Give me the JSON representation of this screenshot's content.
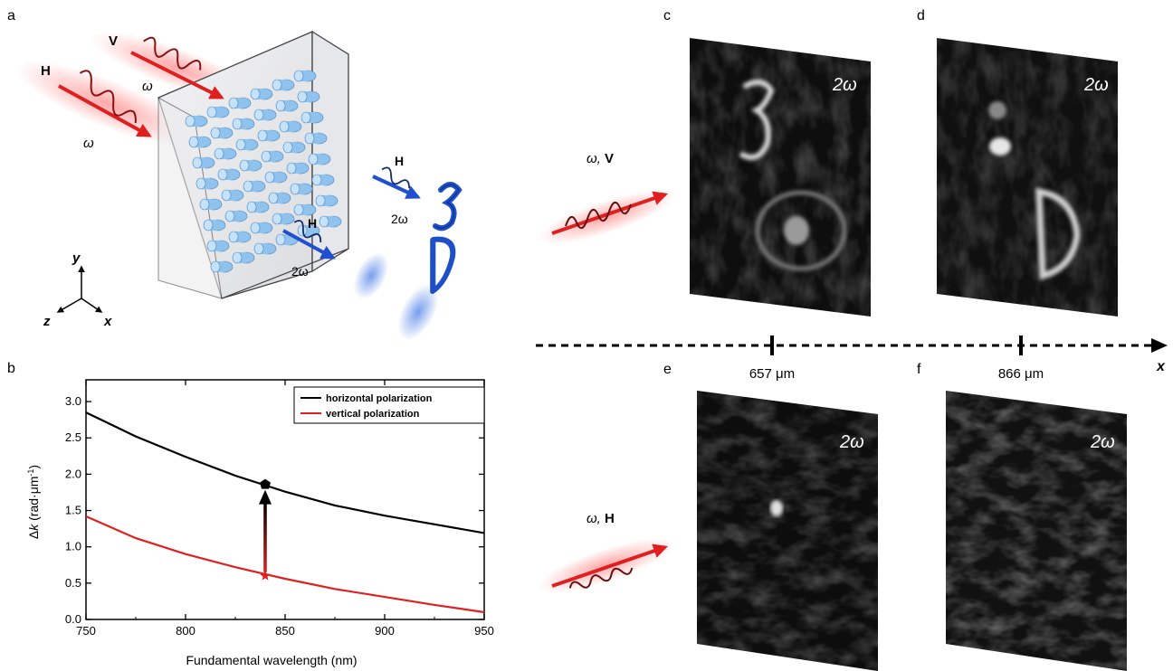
{
  "panel_labels": {
    "a": "a",
    "b": "b",
    "c": "c",
    "d": "d",
    "e": "e",
    "f": "f"
  },
  "panel_a": {
    "h_in": "H",
    "v_in": "V",
    "omega_h": "ω",
    "omega_v": "ω",
    "h_out_near": "H",
    "h_out_far": "H",
    "two_omega_near": "2ω",
    "two_omega_far": "2ω",
    "axis_y": "y",
    "axis_z": "z",
    "axis_x": "x"
  },
  "panels_cdef": {
    "omega_v_label": "ω, ",
    "pol_v": "V",
    "omega_h_label": "ω, ",
    "pol_h": "H",
    "image_tag": "2ω",
    "pos_1": "657 μm",
    "pos_2": "866 μm",
    "axis_x": "x"
  },
  "chart_data": {
    "type": "line",
    "xlabel": "Fundamental wavelength (nm)",
    "ylabel_prefix": "Δ",
    "ylabel_var": "k",
    "ylabel_unit": " (rad·μm",
    "ylabel_exp": "-1",
    "ylabel_close": ")",
    "xlim": [
      750,
      950
    ],
    "ylim": [
      0.0,
      3.3
    ],
    "xticks": [
      750,
      800,
      850,
      900,
      950
    ],
    "xtick_labels": [
      "750",
      "800",
      "850",
      "900",
      "950"
    ],
    "yticks": [
      0.0,
      0.5,
      1.0,
      1.5,
      2.0,
      2.5,
      3.0
    ],
    "ytick_labels": [
      "0.0",
      "0.5",
      "1.0",
      "1.5",
      "2.0",
      "2.5",
      "3.0"
    ],
    "grid": false,
    "legend_position": "top-right",
    "x": [
      750,
      775,
      800,
      825,
      850,
      875,
      900,
      925,
      950
    ],
    "series": [
      {
        "name": "horizontal polarization",
        "color": "#000000",
        "values": [
          2.85,
          2.52,
          2.24,
          1.98,
          1.76,
          1.57,
          1.43,
          1.31,
          1.19
        ]
      },
      {
        "name": "vertical polarization",
        "color": "#e02020",
        "values": [
          1.42,
          1.12,
          0.9,
          0.72,
          0.56,
          0.42,
          0.31,
          0.2,
          0.1
        ]
      }
    ],
    "markers": {
      "x": 840,
      "upper": 1.86,
      "lower": 0.6
    }
  },
  "colors": {
    "red": "#e02020",
    "blue": "#2050d0",
    "light_blue": "#8ec5f0",
    "black": "#000000"
  }
}
